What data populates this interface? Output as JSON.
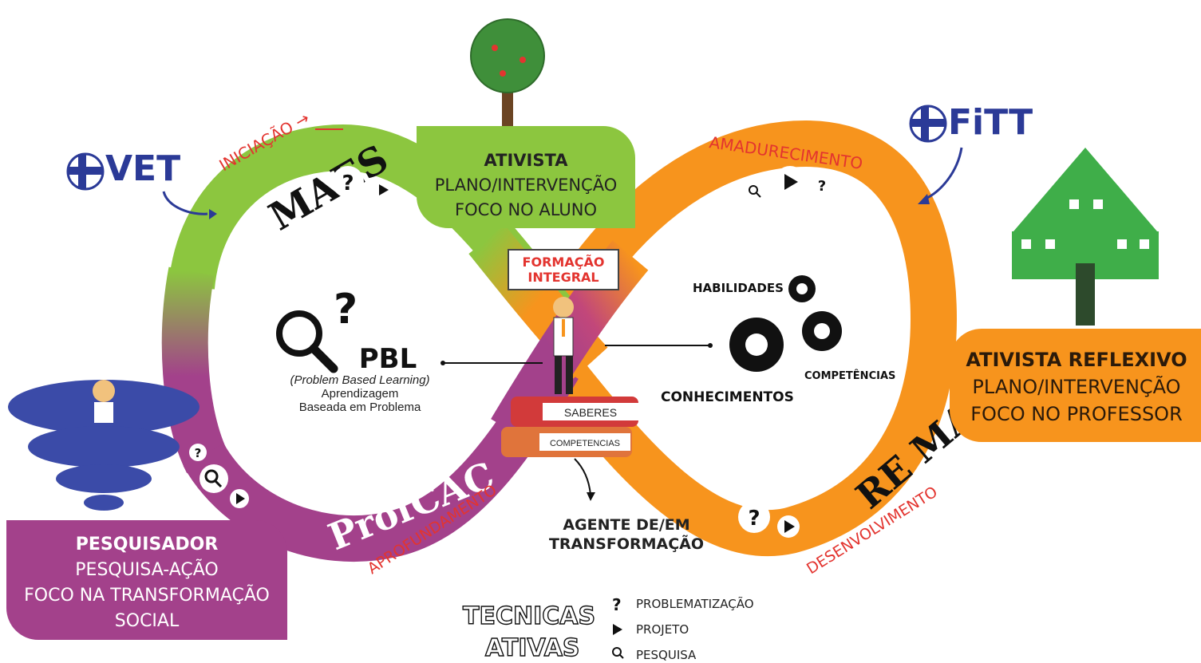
{
  "colors": {
    "green": "#8cc63f",
    "orange": "#f7941d",
    "purple": "#a3418b",
    "red": "#e3342f",
    "navy": "#2b3a97",
    "dark": "#111111"
  },
  "flags": {
    "left": "VET",
    "right": "FiTT"
  },
  "loop_labels": {
    "top_left": "MAES",
    "bottom_right": "RE MAES",
    "bottom_left": "ProfCAC"
  },
  "phases": {
    "start": "INICIAÇÃO →",
    "mature": "AMADURECIMENTO",
    "deepen": "APROFUNDAMENTO",
    "develop": "DESENVOLVIMENTO"
  },
  "boxes": {
    "green": {
      "title": "ATIVISTA",
      "line1": "PLANO/INTERVENÇÃO",
      "line2": "FOCO NO ALUNO"
    },
    "orange": {
      "title": "ATIVISTA REFLEXIVO",
      "line1": "PLANO/INTERVENÇÃO",
      "line2": "FOCO NO PROFESSOR"
    },
    "purple": {
      "title": "PESQUISADOR",
      "line1": "PESQUISA-AÇÃO",
      "line2": "FOCO NA TRANSFORMAÇÃO",
      "line3": "SOCIAL"
    }
  },
  "center": {
    "sign_line1": "FORMAÇÃO",
    "sign_line2": "INTEGRAL",
    "book1": "SABERES",
    "book2": "COMPETENCIAS",
    "agent_line1": "AGENTE DE/EM",
    "agent_line2": "TRANSFORMAÇÃO"
  },
  "pbl": {
    "title": "PBL",
    "subtitle": "(Problem Based Learning)",
    "line1": "Aprendizagem",
    "line2": "Baseada em Problema"
  },
  "gears": {
    "skills": "HABILIDADES",
    "competences": "COMPETÊNCIAS",
    "knowledge": "CONHECIMENTOS"
  },
  "legend": {
    "title_line1": "TECNICAS",
    "title_line2": "ATIVAS",
    "q_label": "PROBLEMATIZAÇÃO",
    "p_label": "PROJETO",
    "s_label": "PESQUISA"
  },
  "icons": {
    "question": "?",
    "play": "▶",
    "search": "magnifier-icon"
  }
}
